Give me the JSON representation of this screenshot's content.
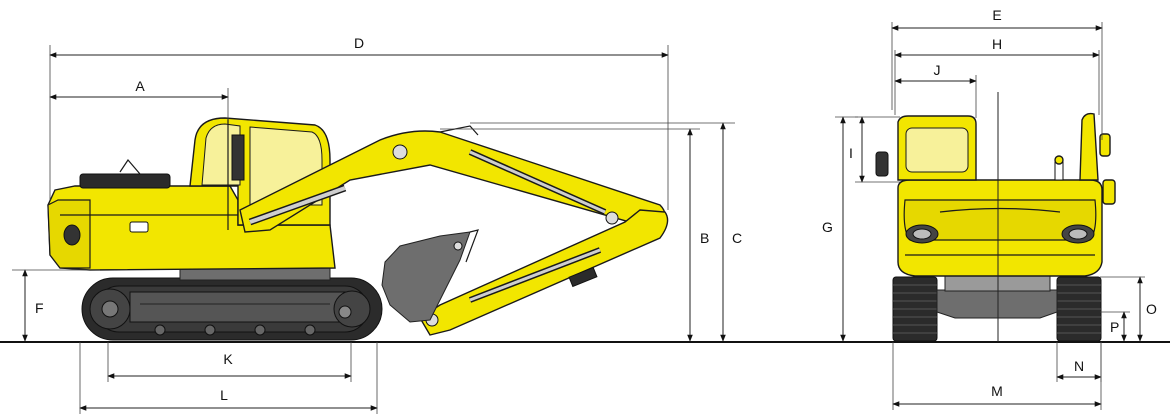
{
  "diagram": {
    "colors": {
      "body": "#f2e600",
      "track": "#2b2b2b",
      "line": "#1a1a1a"
    },
    "side_view": {
      "labels": {
        "A": "A",
        "B": "B",
        "C": "C",
        "D": "D",
        "F": "F",
        "K": "K",
        "L": "L"
      }
    },
    "rear_view": {
      "labels": {
        "E": "E",
        "H": "H",
        "J": "J",
        "I": "I",
        "G": "G",
        "M": "M",
        "N": "N",
        "O": "O",
        "P": "P"
      }
    }
  }
}
